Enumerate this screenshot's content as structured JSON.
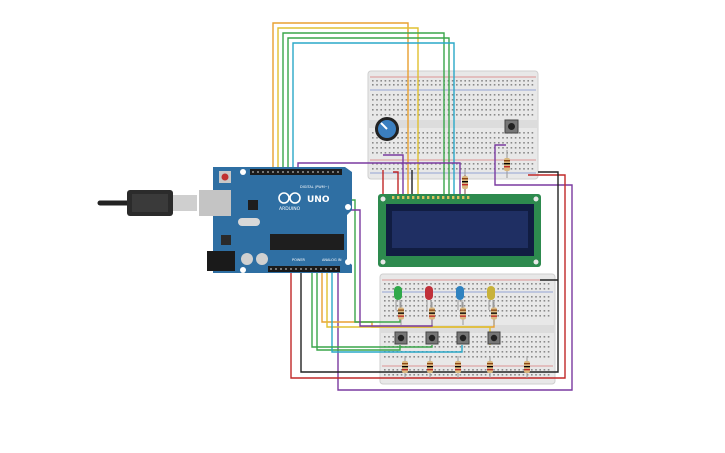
{
  "board": {
    "brand": "ARDUINO",
    "model": "UNO",
    "digital_label": "DIGITAL (PWM~)",
    "power_label": "POWER",
    "analog_label": "ANALOG IN",
    "color": "#2f6fa3"
  },
  "components": {
    "lcd": {
      "name": "16x2 LCD",
      "color": "#2d8a4e",
      "screen_color": "#1f2f63"
    },
    "leds": [
      {
        "color": "#2fa84a"
      },
      {
        "color": "#c0303a"
      },
      {
        "color": "#2f82c0"
      },
      {
        "color": "#c8b23a"
      }
    ],
    "buttons_count": 5,
    "potentiometer": {
      "color": "#3b7fc0"
    }
  },
  "wire_colors": {
    "orange": "#e8a030",
    "yellow": "#e0c030",
    "green": "#3aa64a",
    "teal": "#2aa8c8",
    "purple": "#7a3aa0",
    "red": "#c02828",
    "black": "#222222"
  }
}
